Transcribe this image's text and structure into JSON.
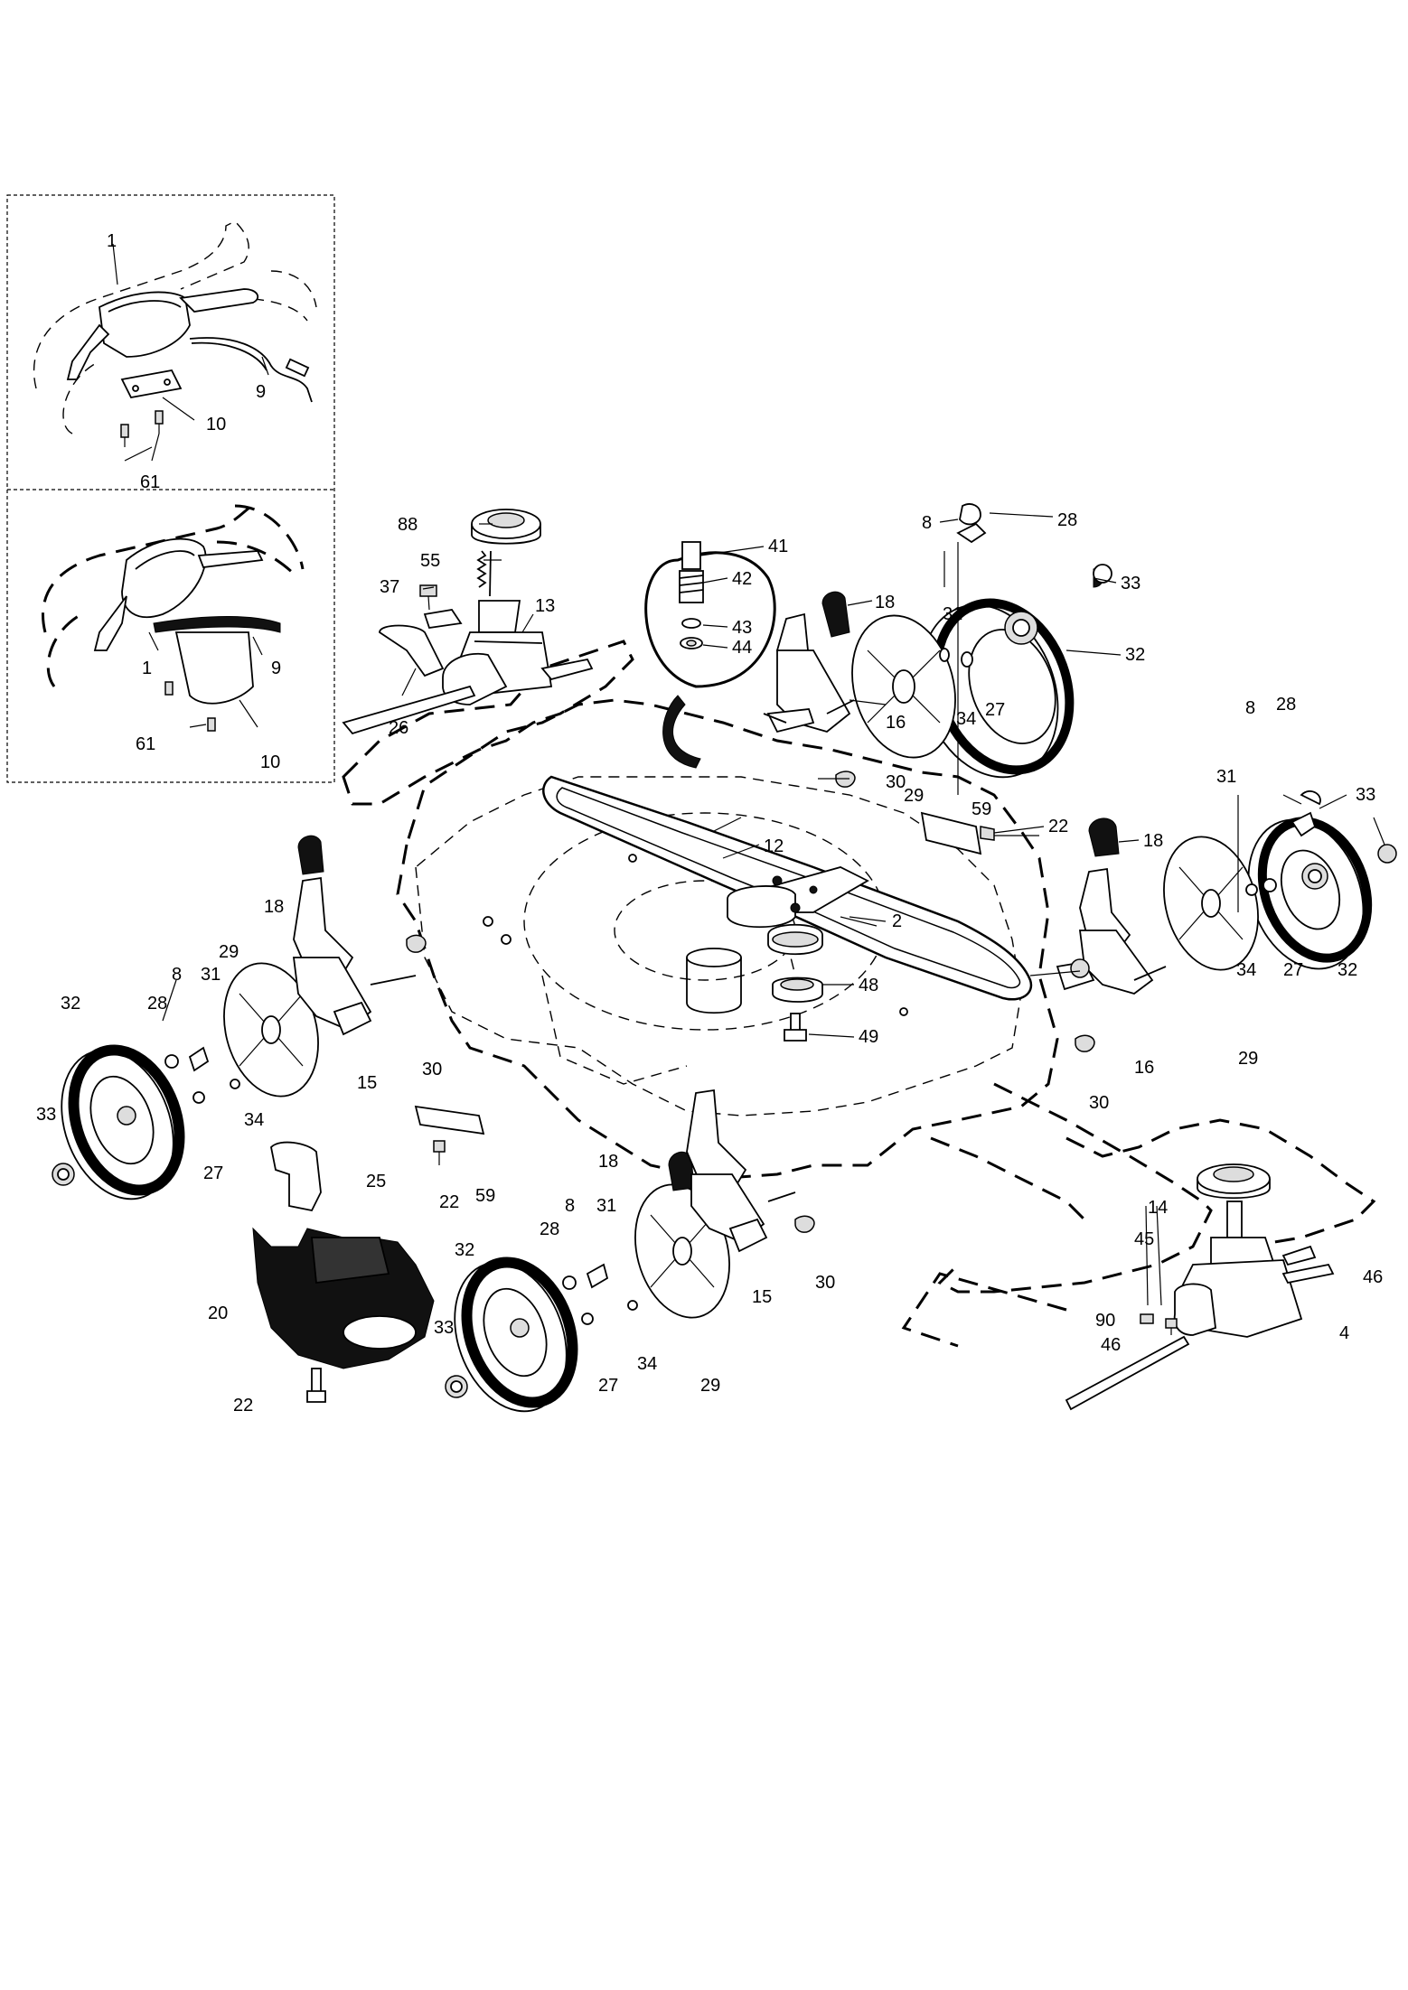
{
  "parts": [
    {
      "num": "1"
    },
    {
      "num": "9"
    },
    {
      "num": "10"
    },
    {
      "num": "61"
    },
    {
      "num": "1"
    },
    {
      "num": "9"
    },
    {
      "num": "61"
    },
    {
      "num": "10"
    },
    {
      "num": "88"
    },
    {
      "num": "55"
    },
    {
      "num": "37"
    },
    {
      "num": "13"
    },
    {
      "num": "26"
    },
    {
      "num": "41"
    },
    {
      "num": "42"
    },
    {
      "num": "43"
    },
    {
      "num": "44"
    },
    {
      "num": "18"
    },
    {
      "num": "16"
    },
    {
      "num": "29"
    },
    {
      "num": "30"
    },
    {
      "num": "8"
    },
    {
      "num": "28"
    },
    {
      "num": "31"
    },
    {
      "num": "33"
    },
    {
      "num": "34"
    },
    {
      "num": "27"
    },
    {
      "num": "32"
    },
    {
      "num": "59"
    },
    {
      "num": "22"
    },
    {
      "num": "12"
    },
    {
      "num": "2"
    },
    {
      "num": "48"
    },
    {
      "num": "49"
    },
    {
      "num": "18"
    },
    {
      "num": "16"
    },
    {
      "num": "29"
    },
    {
      "num": "30"
    },
    {
      "num": "31"
    },
    {
      "num": "8"
    },
    {
      "num": "28"
    },
    {
      "num": "33"
    },
    {
      "num": "34"
    },
    {
      "num": "27"
    },
    {
      "num": "32"
    },
    {
      "num": "18"
    },
    {
      "num": "29"
    },
    {
      "num": "8"
    },
    {
      "num": "31"
    },
    {
      "num": "28"
    },
    {
      "num": "32"
    },
    {
      "num": "33"
    },
    {
      "num": "27"
    },
    {
      "num": "34"
    },
    {
      "num": "15"
    },
    {
      "num": "30"
    },
    {
      "num": "25"
    },
    {
      "num": "22"
    },
    {
      "num": "59"
    },
    {
      "num": "20"
    },
    {
      "num": "22"
    },
    {
      "num": "18"
    },
    {
      "num": "8"
    },
    {
      "num": "31"
    },
    {
      "num": "28"
    },
    {
      "num": "32"
    },
    {
      "num": "33"
    },
    {
      "num": "27"
    },
    {
      "num": "34"
    },
    {
      "num": "29"
    },
    {
      "num": "15"
    },
    {
      "num": "30"
    },
    {
      "num": "14"
    },
    {
      "num": "45"
    },
    {
      "num": "46"
    },
    {
      "num": "90"
    },
    {
      "num": "46"
    },
    {
      "num": "4"
    }
  ],
  "colors": {
    "ink": "#000000",
    "paper": "#ffffff"
  }
}
